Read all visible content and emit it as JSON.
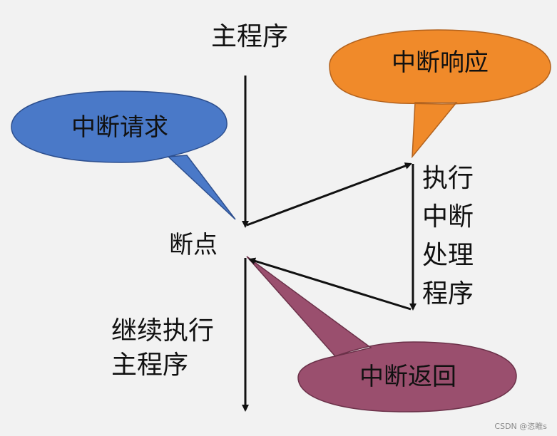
{
  "labels": {
    "main_program": "主程序",
    "breakpoint": "断点",
    "continue_line1": "继续执行",
    "continue_line2": "主程序",
    "isr_line1": "执行",
    "isr_line2": "中断",
    "isr_line3": "处理",
    "isr_line4": "程序"
  },
  "callouts": {
    "request": "中断请求",
    "response": "中断响应",
    "return": "中断返回"
  },
  "colors": {
    "request": "#4a79c8",
    "response": "#f08a2a",
    "return": "#9a4f6e",
    "line": "#111111",
    "background": "#f2f2f2"
  },
  "watermark": "CSDN @恣睢s"
}
